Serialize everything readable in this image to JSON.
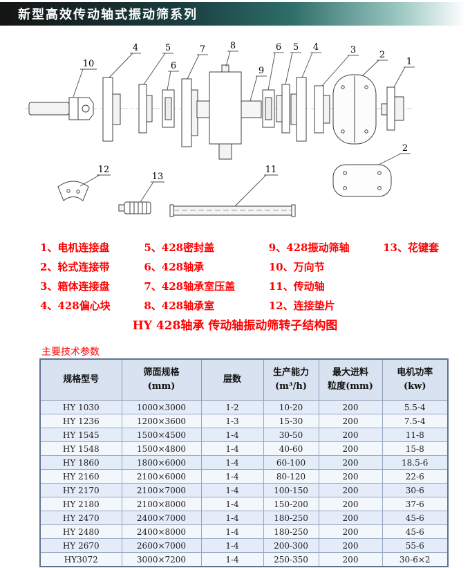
{
  "header": {
    "title": "新型高效传动轴式振动筛系列"
  },
  "colors": {
    "accent_red": "#ff0000",
    "header_bar_dark": "#141414",
    "header_bar_teal": "#2e6e68",
    "table_header_bg": "#d8e2f1",
    "row_alt_a": "#e3ecf8",
    "row_alt_b": "#f2f7fc"
  },
  "diagram": {
    "callouts": [
      "10",
      "4",
      "5",
      "6",
      "7",
      "8",
      "9",
      "6",
      "5",
      "4",
      "3",
      "2",
      "1",
      "12",
      "13",
      "11",
      "2"
    ]
  },
  "legend": {
    "columns": [
      [
        "1、电机连接盘",
        "2、轮式连接带",
        "3、箱体连接盘",
        "4、428偏心块"
      ],
      [
        "5、428密封盖",
        "6、428轴承",
        "7、428轴承室压盖",
        "8、428轴承室"
      ],
      [
        "9、428振动筛轴",
        "10、万向节",
        "11、传动轴",
        "12、连接垫片"
      ],
      [
        "13、花键套"
      ]
    ]
  },
  "caption": "HY 428轴承 传动轴振动筛转子结构图",
  "section_title": "主要技术参数",
  "table": {
    "headers": [
      "规格型号",
      "筛面规格\n(mm)",
      "层数",
      "生产能力\n(m³/h)",
      "最大进料\n粒度(mm)",
      "电机功率\n(kw)"
    ],
    "rows": [
      [
        "HY 1030",
        "1000×3000",
        "1-2",
        "10-20",
        "200",
        "5.5-4"
      ],
      [
        "HY 1236",
        "1200×3600",
        "1-3",
        "15-30",
        "200",
        "7.5-4"
      ],
      [
        "HY 1545",
        "1500×4500",
        "1-4",
        "30-50",
        "200",
        "11-8"
      ],
      [
        "HY 1548",
        "1500×4800",
        "1-4",
        "40-60",
        "200",
        "15-8"
      ],
      [
        "HY 1860",
        "1800×6000",
        "1-4",
        "60-100",
        "200",
        "18.5-6"
      ],
      [
        "HY 2160",
        "2100×6000",
        "1-4",
        "80-120",
        "200",
        "22-6"
      ],
      [
        "HY 2170",
        "2100×7000",
        "1-4",
        "100-150",
        "200",
        "30-6"
      ],
      [
        "HY 2180",
        "2100×8000",
        "1-4",
        "150-200",
        "200",
        "37-6"
      ],
      [
        "HY 2470",
        "2400×7000",
        "1-4",
        "180-250",
        "200",
        "45-6"
      ],
      [
        "HY 2480",
        "2400×8000",
        "1-4",
        "180-250",
        "200",
        "45-6"
      ],
      [
        "HY 2670",
        "2600×7000",
        "1-4",
        "200-300",
        "200",
        "55-6"
      ],
      [
        "HY3072",
        "3000×7200",
        "1-4",
        "250-350",
        "200",
        "30-6×2"
      ]
    ]
  }
}
